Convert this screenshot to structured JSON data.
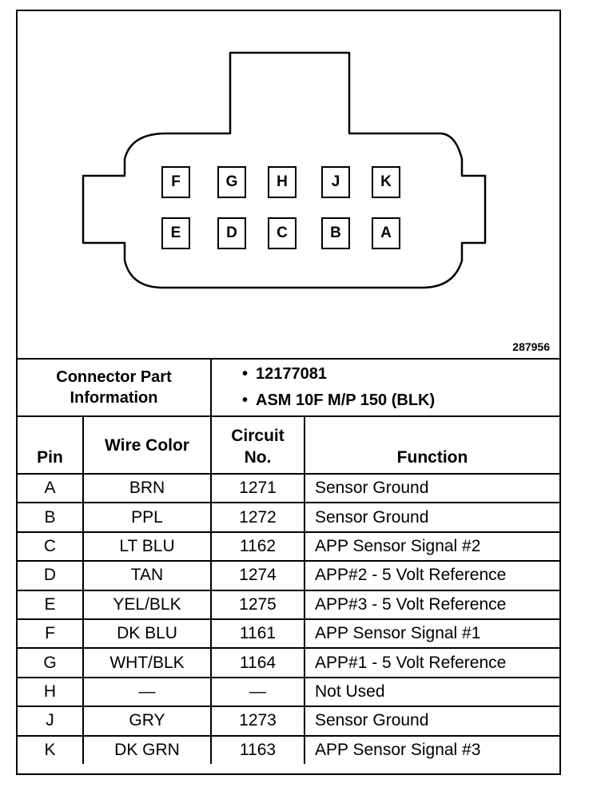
{
  "figure_number": "287956",
  "connector": {
    "top_row_pins": [
      "F",
      "G",
      "H",
      "J",
      "K"
    ],
    "bottom_row_pins": [
      "E",
      "D",
      "C",
      "B",
      "A"
    ]
  },
  "part_info": {
    "label_line1": "Connector Part",
    "label_line2": "Information",
    "items": [
      "12177081",
      "ASM 10F M/P 150 (BLK)"
    ]
  },
  "table": {
    "headers": {
      "pin": "Pin",
      "wire_color": "Wire Color",
      "circuit_line1": "Circuit",
      "circuit_line2": "No.",
      "function": "Function"
    },
    "rows": [
      {
        "pin": "A",
        "wire": "BRN",
        "circuit": "1271",
        "function": "Sensor Ground"
      },
      {
        "pin": "B",
        "wire": "PPL",
        "circuit": "1272",
        "function": "Sensor Ground"
      },
      {
        "pin": "C",
        "wire": "LT BLU",
        "circuit": "1162",
        "function": "APP Sensor Signal #2"
      },
      {
        "pin": "D",
        "wire": "TAN",
        "circuit": "1274",
        "function": "APP#2 - 5 Volt Reference"
      },
      {
        "pin": "E",
        "wire": "YEL/BLK",
        "circuit": "1275",
        "function": "APP#3 - 5 Volt Reference"
      },
      {
        "pin": "F",
        "wire": "DK BLU",
        "circuit": "1161",
        "function": "APP Sensor Signal #1"
      },
      {
        "pin": "G",
        "wire": "WHT/BLK",
        "circuit": "1164",
        "function": "APP#1 - 5 Volt Reference"
      },
      {
        "pin": "H",
        "wire": "—",
        "circuit": "—",
        "function": "Not Used"
      },
      {
        "pin": "J",
        "wire": "GRY",
        "circuit": "1273",
        "function": "Sensor Ground"
      },
      {
        "pin": "K",
        "wire": "DK GRN",
        "circuit": "1163",
        "function": "APP Sensor Signal #3"
      }
    ]
  }
}
